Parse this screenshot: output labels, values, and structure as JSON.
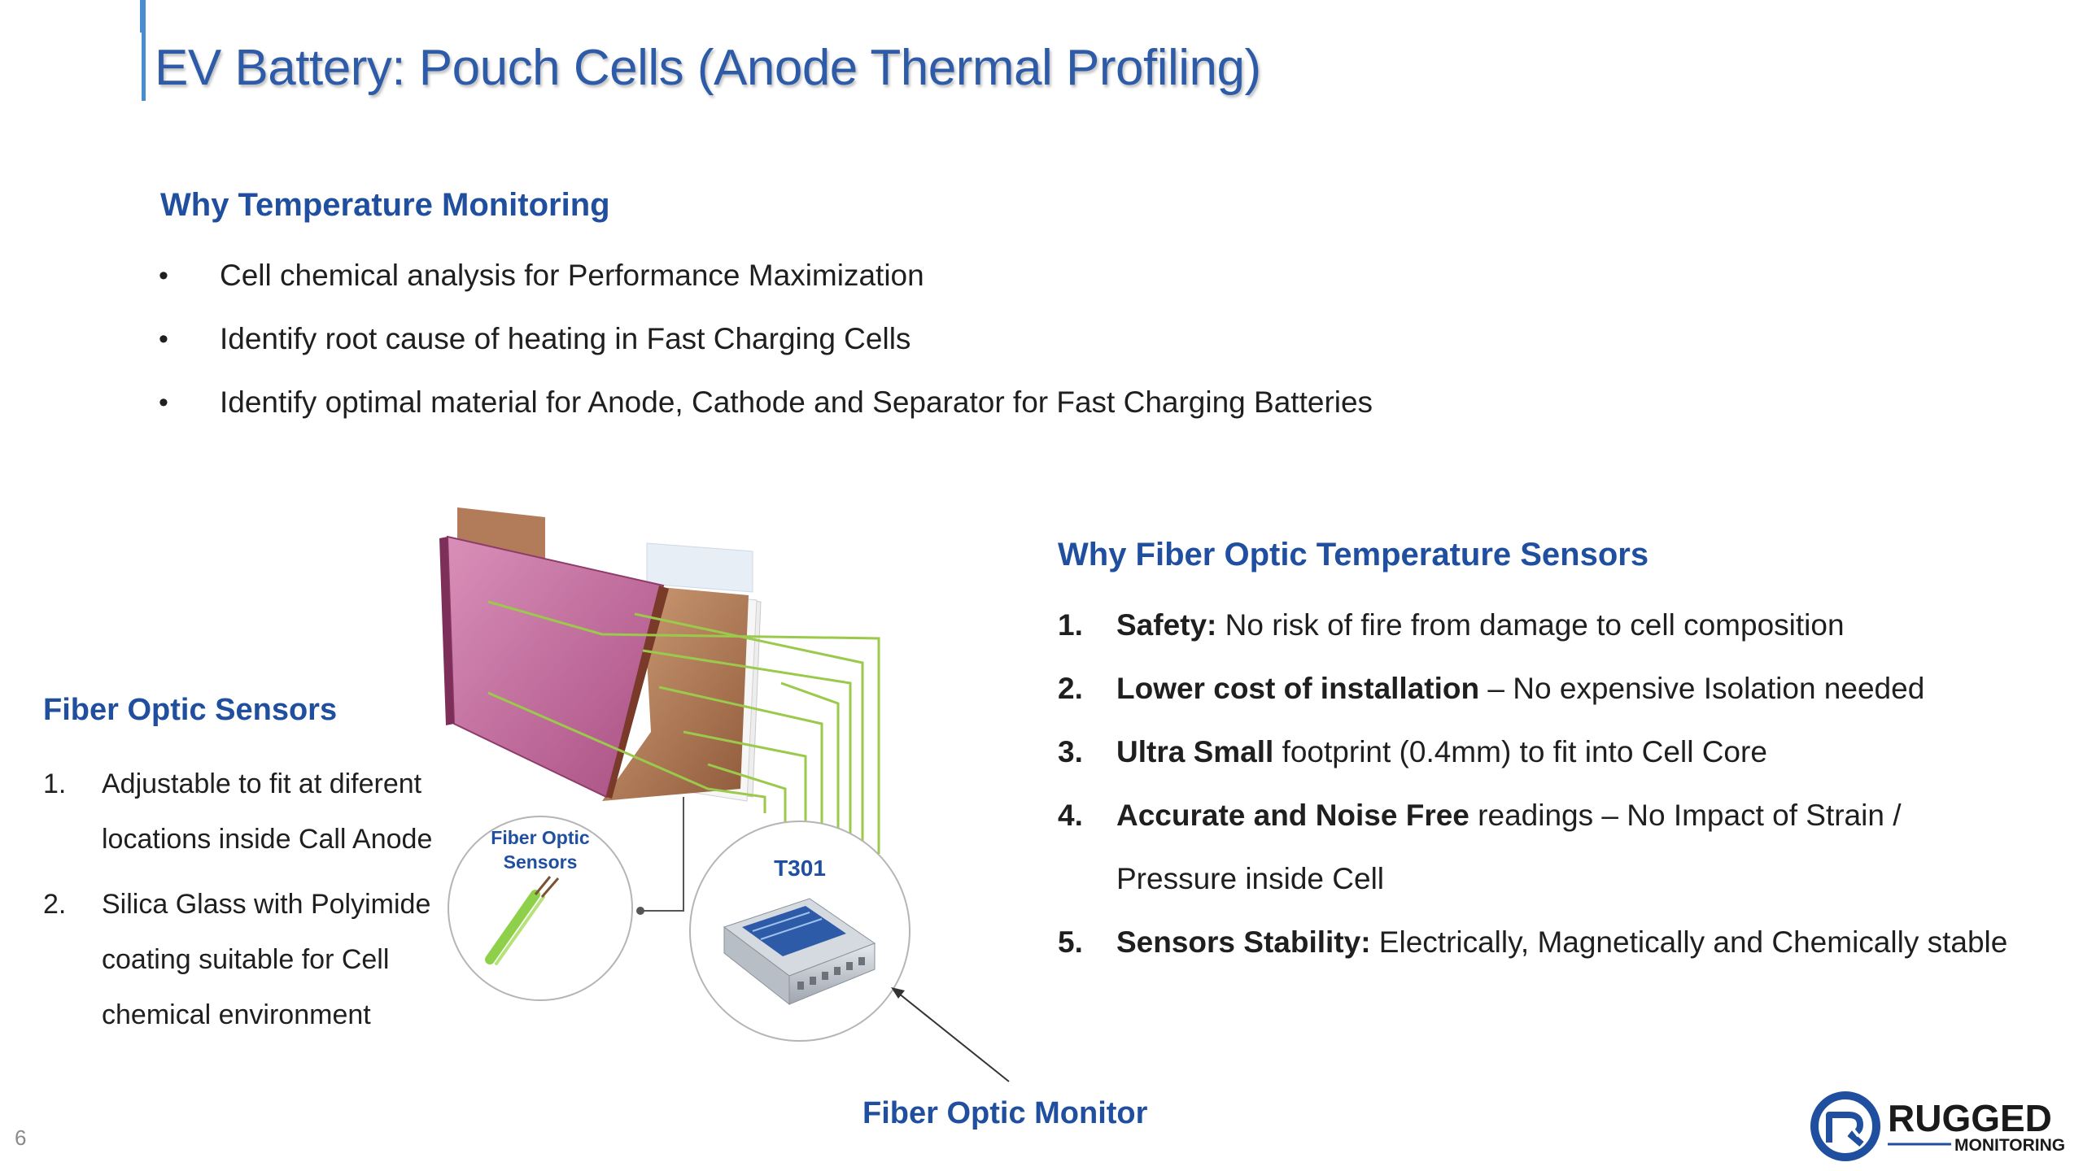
{
  "title": "EV Battery: Pouch Cells (Anode Thermal Profiling)",
  "why_temp": {
    "heading": "Why Temperature Monitoring",
    "bullet_glyph": "•",
    "bullets": [
      "Cell chemical analysis for Performance Maximization",
      "Identify root cause of heating in Fast Charging Cells",
      "Identify optimal material for Anode, Cathode and Separator for Fast Charging Batteries"
    ]
  },
  "fiber_sensors": {
    "heading": "Fiber Optic Sensors",
    "items": [
      {
        "num": "1.",
        "line1": "Adjustable to fit at diferent",
        "line2": "locations inside Call Anode"
      },
      {
        "num": "2.",
        "line1": "Silica Glass with Polyimide",
        "line2": "coating suitable for Cell",
        "line3": "chemical environment"
      }
    ]
  },
  "why_fiber": {
    "heading": "Why Fiber Optic Temperature Sensors",
    "items": [
      {
        "num": "1.",
        "bold": "Safety:",
        "rest": " No risk of fire from damage to cell composition"
      },
      {
        "num": "2.",
        "bold": "Lower cost of installation",
        "rest": " – No expensive Isolation needed"
      },
      {
        "num": "3.",
        "bold": "Ultra Small",
        "rest": " footprint (0.4mm) to fit into Cell Core"
      },
      {
        "num": "4.",
        "bold": "Accurate and Noise Free",
        "rest": " readings – No Impact of Strain /",
        "line2": "Pressure inside Cell"
      },
      {
        "num": "5.",
        "bold": "Sensors Stability:",
        "rest": " Electrically, Magnetically and Chemically stable"
      }
    ]
  },
  "diagram": {
    "sensor_callout_line1": "Fiber Optic",
    "sensor_callout_line2": "Sensors",
    "device_label": "T301"
  },
  "monitor_label": "Fiber Optic Monitor",
  "slide_number": "6",
  "logo": {
    "name": "RUGGED",
    "sub": "MONITORING",
    "icon": "rugged-monitoring-logo-icon"
  },
  "colors": {
    "title": "#2e5ba8",
    "heading": "#1f4f9e",
    "accent_bar": "#4a8cd0",
    "fiber_green": "#9bc94b",
    "pouch_pink": "#c46a9a",
    "copper": "#b27c5a"
  }
}
